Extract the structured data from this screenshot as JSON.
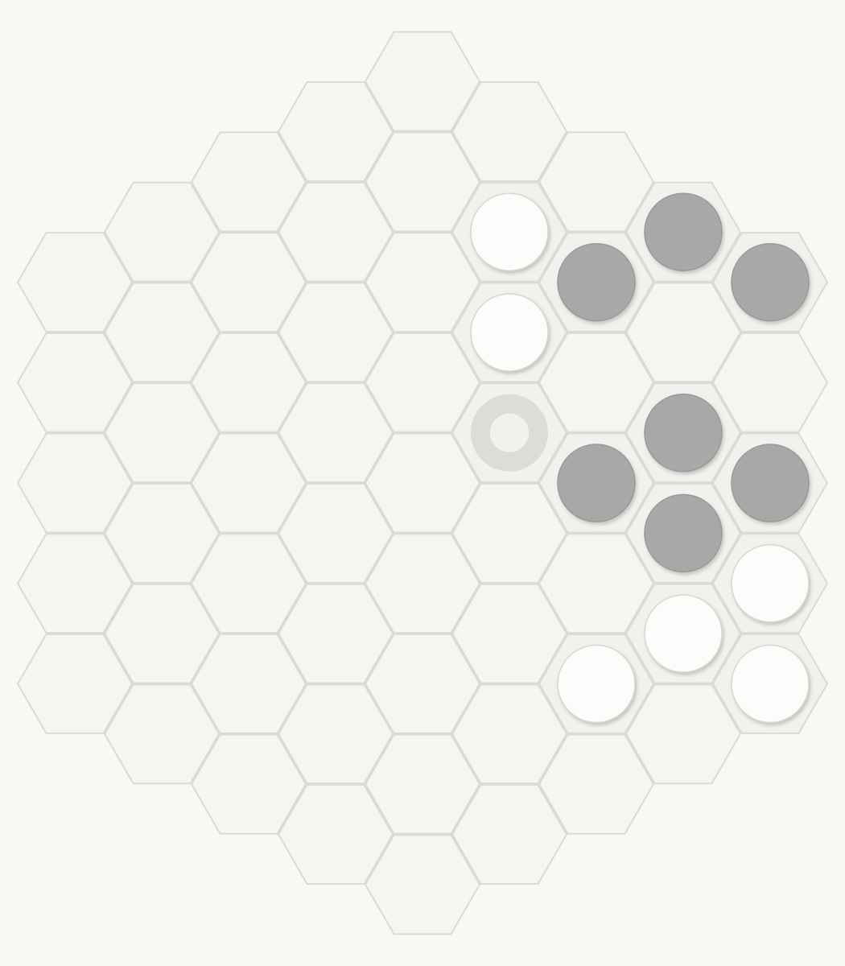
{
  "board": {
    "shape": "hexhex",
    "radius": 4,
    "colors": {
      "background": "#faf8f4",
      "cell_fill": "#f7f5f1",
      "cell_stroke": "#dcdad6",
      "white_piece": "#fdfcfa",
      "white_piece_edge": "#d9d7d2",
      "black_piece": "#a8a8a8",
      "black_piece_edge": "#9a9a9a",
      "marker_ring": "#dedcd8",
      "shadow": "#c9c6c0"
    }
  },
  "pieces": [
    {
      "q": 1,
      "r": -3,
      "player": "white"
    },
    {
      "q": 1,
      "r": -2,
      "player": "white"
    },
    {
      "q": 1,
      "r": -1,
      "player": "marker"
    },
    {
      "q": 2,
      "r": -3,
      "player": "black"
    },
    {
      "q": 3,
      "r": -4,
      "player": "black"
    },
    {
      "q": 4,
      "r": -4,
      "player": "black"
    },
    {
      "q": 3,
      "r": -2,
      "player": "black"
    },
    {
      "q": 2,
      "r": -1,
      "player": "black"
    },
    {
      "q": 4,
      "r": -2,
      "player": "black"
    },
    {
      "q": 3,
      "r": -1,
      "player": "black"
    },
    {
      "q": 4,
      "r": -1,
      "player": "white"
    },
    {
      "q": 3,
      "r": 0,
      "player": "white"
    },
    {
      "q": 2,
      "r": 1,
      "player": "white"
    },
    {
      "q": 4,
      "r": 0,
      "player": "white"
    }
  ]
}
